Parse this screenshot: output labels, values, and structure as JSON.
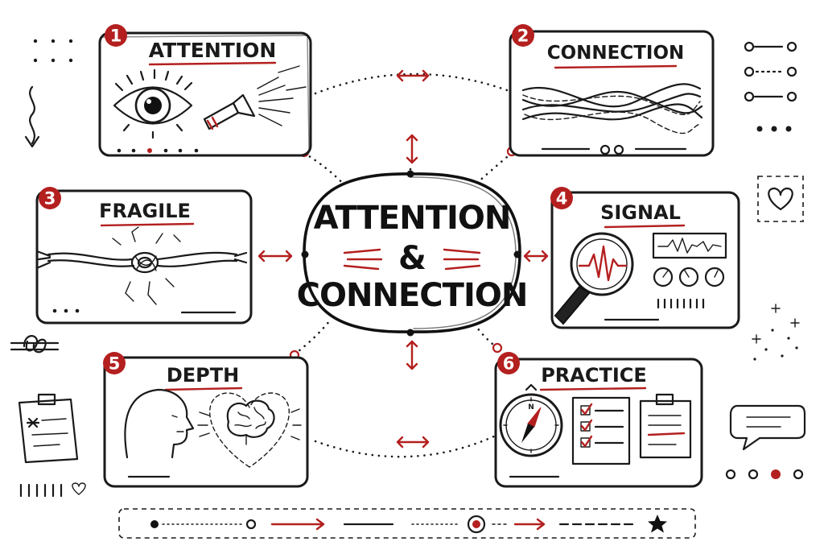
{
  "center": {
    "line1": "ATTENTION",
    "line2": "&",
    "line3": "CONNECTION"
  },
  "cards": [
    {
      "number": "1",
      "title": "ATTENTION"
    },
    {
      "number": "2",
      "title": "CONNECTION"
    },
    {
      "number": "3",
      "title": "FRAGILE"
    },
    {
      "number": "4",
      "title": "SIGNAL"
    },
    {
      "number": "5",
      "title": "DEPTH"
    },
    {
      "number": "6",
      "title": "PRACTICE"
    }
  ],
  "colors": {
    "accent": "#b3201f",
    "ink": "#1a1a1a",
    "background": "#ffffff"
  },
  "icons": [
    "eye-icon",
    "flashlight-icon",
    "woven-lines-icon",
    "frayed-rope-knot-icon",
    "magnifier-signal-icon",
    "monitor-waveform-icon",
    "head-profile-icon",
    "brain-heart-icon",
    "compass-icon",
    "checklist-icon",
    "clipboard-icon",
    "heart-icon",
    "chat-bubble-icon",
    "star-icon"
  ]
}
